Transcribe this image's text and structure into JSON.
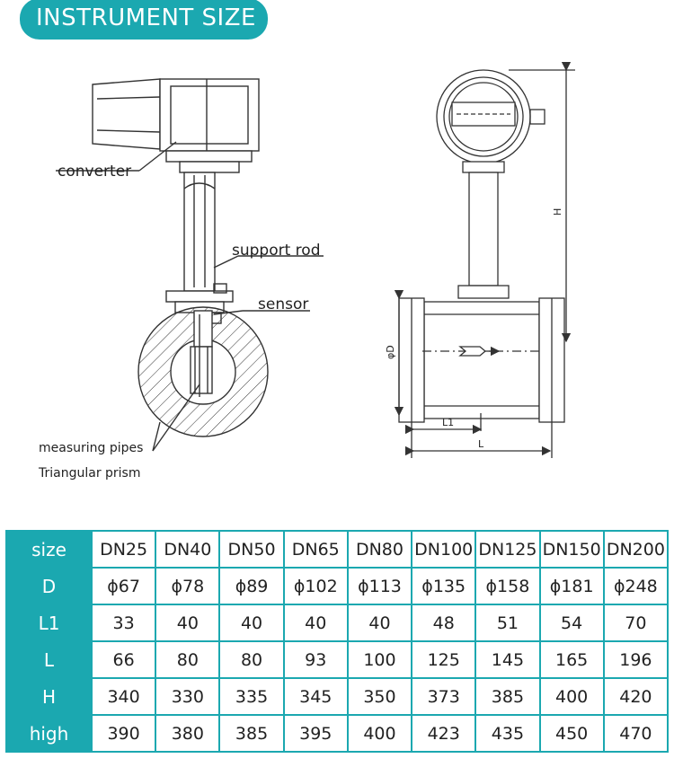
{
  "title": "INSTRUMENT SIZE",
  "labels": {
    "converter": "converter",
    "support_rod": "support rod",
    "sensor": "sensor",
    "measuring_pipes": "measuring pipes",
    "triangular_prism": "Triangular prism",
    "dim_H": "H",
    "dim_D": "φD",
    "dim_L1": "L1",
    "dim_L": "L"
  },
  "table": {
    "columns": [
      "DN25",
      "DN40",
      "DN50",
      "DN65",
      "DN80",
      "DN100",
      "DN125",
      "DN150",
      "DN200"
    ],
    "rows": [
      {
        "label": "size",
        "values": [
          "DN25",
          "DN40",
          "DN50",
          "DN65",
          "DN80",
          "DN100",
          "DN125",
          "DN150",
          "DN200"
        ]
      },
      {
        "label": "D",
        "values": [
          "ϕ67",
          "ϕ78",
          "ϕ89",
          "ϕ102",
          "ϕ113",
          "ϕ135",
          "ϕ158",
          "ϕ181",
          "ϕ248"
        ]
      },
      {
        "label": "L1",
        "values": [
          "33",
          "40",
          "40",
          "40",
          "40",
          "48",
          "51",
          "54",
          "70"
        ]
      },
      {
        "label": "L",
        "values": [
          "66",
          "80",
          "80",
          "93",
          "100",
          "125",
          "145",
          "165",
          "196"
        ]
      },
      {
        "label": "H",
        "values": [
          "340",
          "330",
          "335",
          "345",
          "350",
          "373",
          "385",
          "400",
          "420"
        ]
      },
      {
        "label": "high",
        "values": [
          "390",
          "380",
          "385",
          "395",
          "400",
          "423",
          "435",
          "450",
          "470"
        ]
      }
    ]
  },
  "colors": {
    "accent": "#1ba8b0",
    "line": "#333333"
  }
}
